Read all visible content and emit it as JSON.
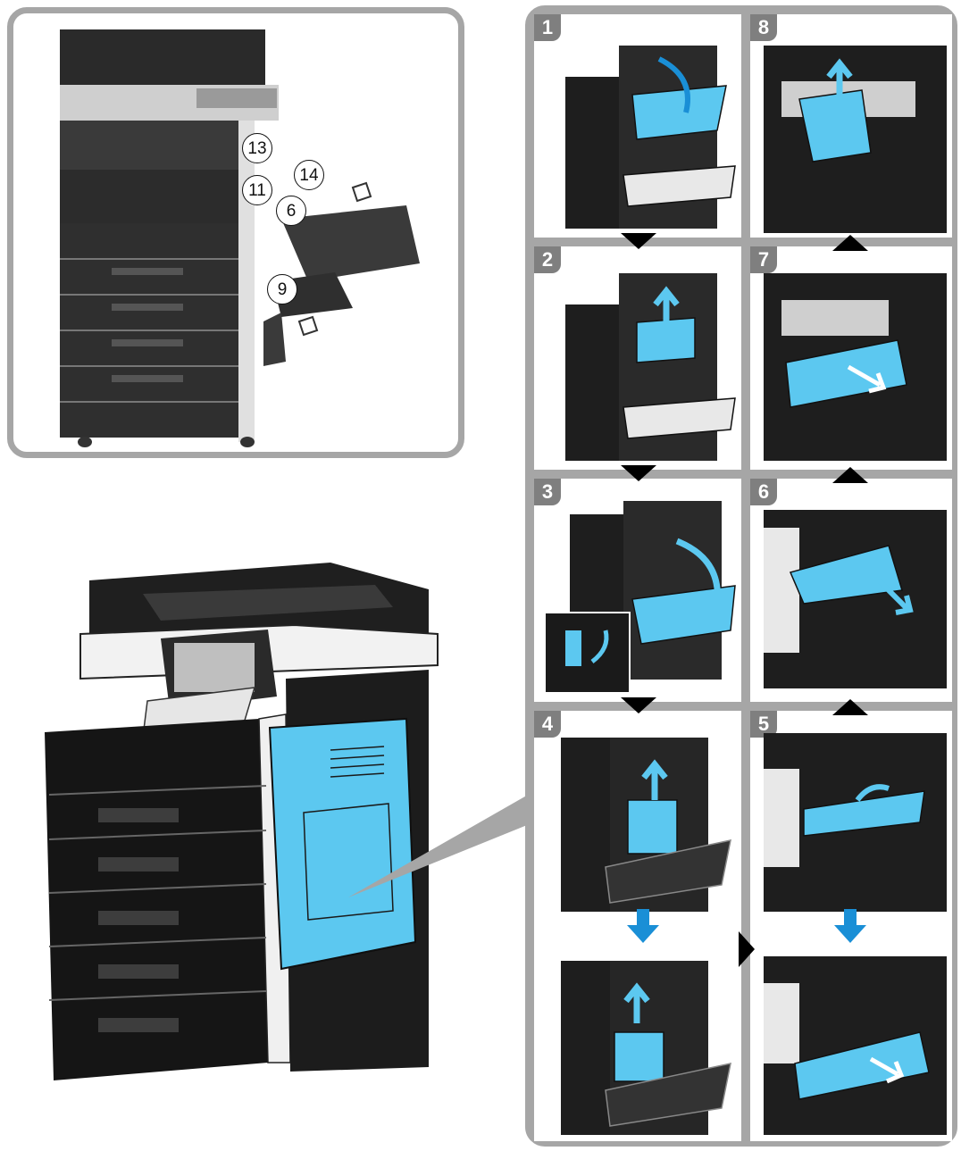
{
  "overview": {
    "callouts": [
      "13",
      "14",
      "11",
      "6",
      "9"
    ]
  },
  "steps": [
    {
      "number": "1"
    },
    {
      "number": "2"
    },
    {
      "number": "3"
    },
    {
      "number": "4"
    },
    {
      "number": "5"
    },
    {
      "number": "6"
    },
    {
      "number": "7"
    },
    {
      "number": "8"
    }
  ],
  "colors": {
    "highlight": "#5cc8f0",
    "frame": "#a6a6a6",
    "badge": "#7f7f7f",
    "arrow_blue": "#1a8fd6",
    "machine": "#1a1a1a"
  },
  "icons": [
    "paper-jam-arrow-icon",
    "flow-down-arrow-icon",
    "flow-up-arrow-icon",
    "flow-right-arrow-icon"
  ]
}
